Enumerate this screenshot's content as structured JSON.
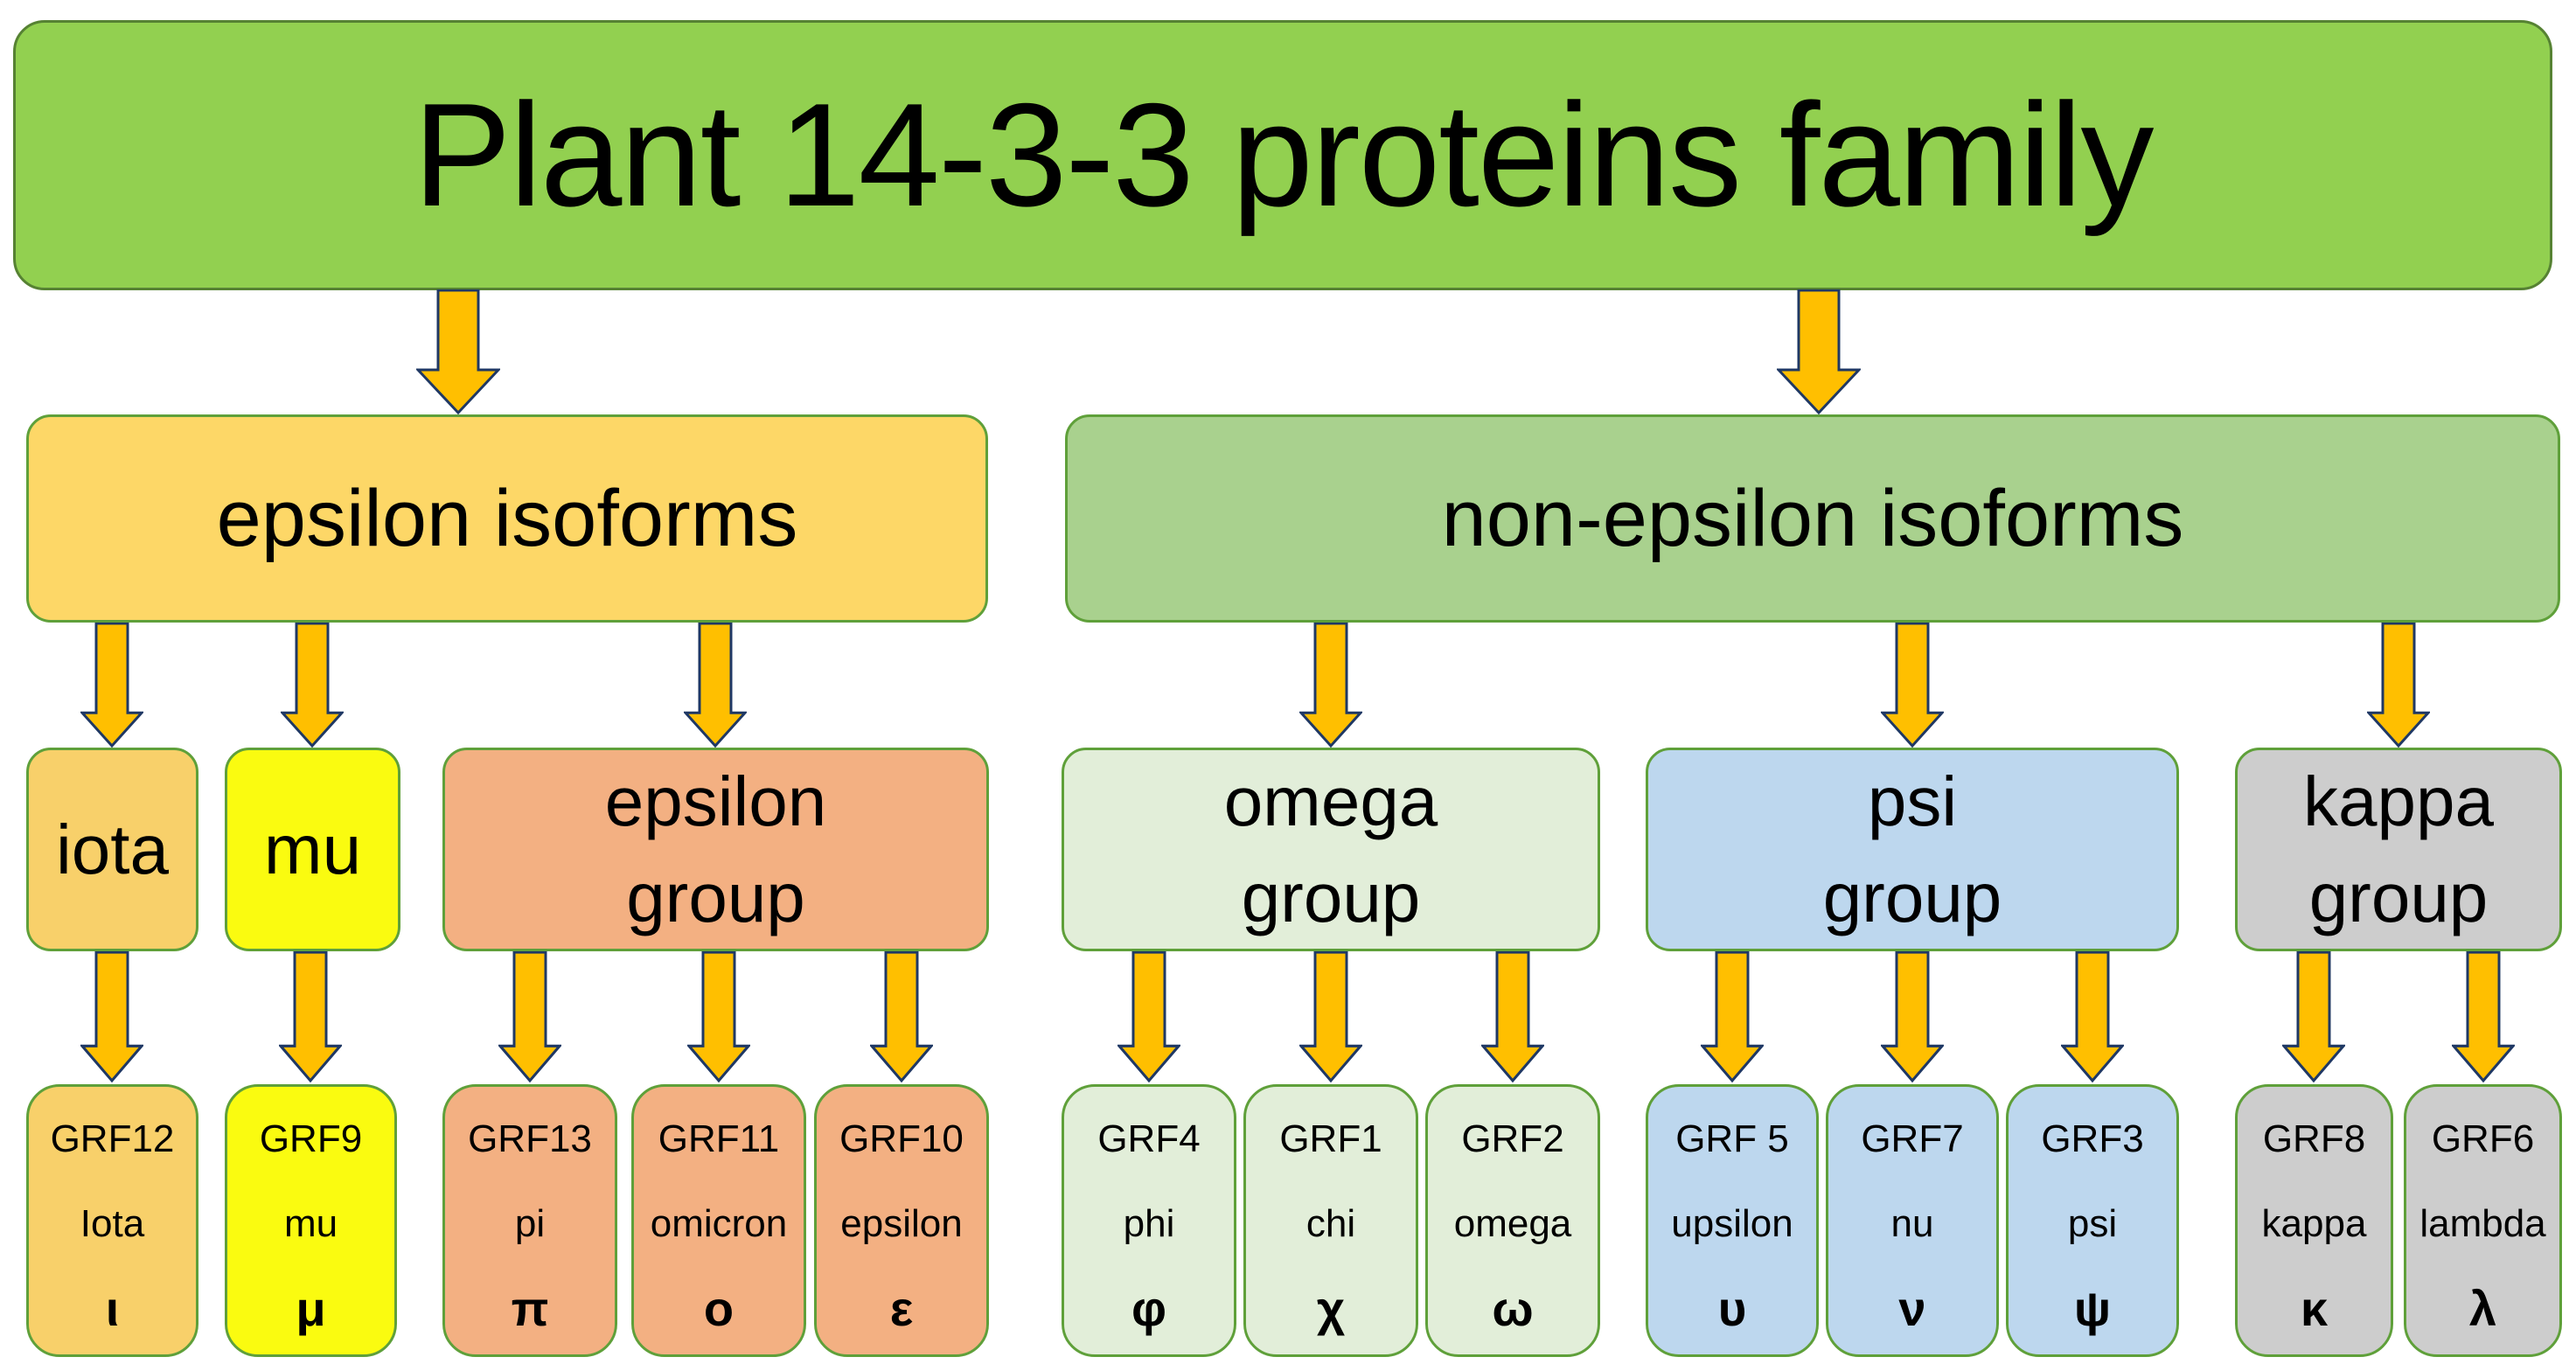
{
  "root": {
    "label": "Plant 14-3-3 proteins family"
  },
  "branches": [
    {
      "id": "epsilon-isoforms",
      "label": "epsilon isoforms",
      "groups": [
        {
          "id": "iota",
          "label_lines": [
            "iota"
          ],
          "members": [
            {
              "grf": "GRF12",
              "name": "Iota",
              "letter": "ι"
            }
          ]
        },
        {
          "id": "mu",
          "label_lines": [
            "mu"
          ],
          "members": [
            {
              "grf": "GRF9",
              "name": "mu",
              "letter": "μ"
            }
          ]
        },
        {
          "id": "epsilon-group",
          "label_lines": [
            "epsilon",
            "group"
          ],
          "members": [
            {
              "grf": "GRF13",
              "name": "pi",
              "letter": "π"
            },
            {
              "grf": "GRF11",
              "name": "omicron",
              "letter": "ο"
            },
            {
              "grf": "GRF10",
              "name": "epsilon",
              "letter": "ε"
            }
          ]
        }
      ]
    },
    {
      "id": "non-epsilon-isoforms",
      "label": "non-epsilon isoforms",
      "groups": [
        {
          "id": "omega-group",
          "label_lines": [
            "omega",
            "group"
          ],
          "members": [
            {
              "grf": "GRF4",
              "name": "phi",
              "letter": "φ"
            },
            {
              "grf": "GRF1",
              "name": "chi",
              "letter": "χ"
            },
            {
              "grf": "GRF2",
              "name": "omega",
              "letter": "ω"
            }
          ]
        },
        {
          "id": "psi-group",
          "label_lines": [
            "psi",
            "group"
          ],
          "members": [
            {
              "grf": "GRF 5",
              "name": "upsilon",
              "letter": "υ"
            },
            {
              "grf": "GRF7",
              "name": "nu",
              "letter": "ν"
            },
            {
              "grf": "GRF3",
              "name": "psi",
              "letter": "ψ"
            }
          ]
        },
        {
          "id": "kappa-group",
          "label_lines": [
            "kappa",
            "group"
          ],
          "members": [
            {
              "grf": "GRF8",
              "name": "kappa",
              "letter": "κ"
            },
            {
              "grf": "GRF6",
              "name": "lambda",
              "letter": "λ"
            }
          ]
        }
      ]
    }
  ],
  "colors": {
    "root_fill": "#92D050",
    "branch_gold_fill": "#FDD767",
    "branch_green_fill": "#A9D18E",
    "iota_fill": "#F8D06A",
    "mu_fill": "#FAFB10",
    "epsilon_group_fill": "#F3B082",
    "omega_group_fill": "#E2EED9",
    "psi_group_fill": "#BDD7EE",
    "kappa_group_fill": "#CDCDCD",
    "box_border": "#5FA03A",
    "title_border": "#568233",
    "arrow_fill": "#FFBF00",
    "arrow_outline": "#1F3864",
    "text": "#000000"
  }
}
